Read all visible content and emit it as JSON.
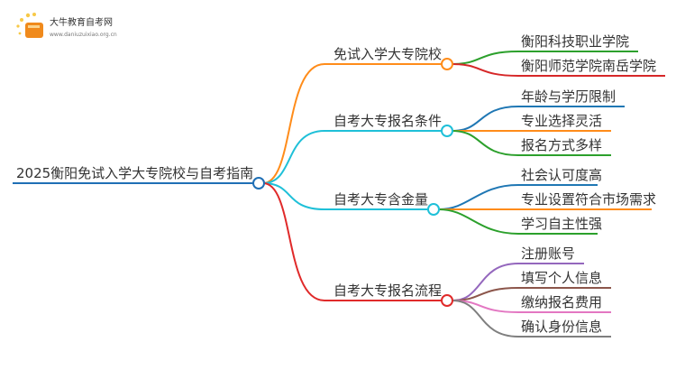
{
  "logo": {
    "name": "大牛教育自考网",
    "url": "www.daniuzuixiao.org.cn"
  },
  "root": {
    "label": "2025衡阳免试入学大专院校与自考指南",
    "color": "#1f6fb5"
  },
  "branches": [
    {
      "label": "免试入学大专院校",
      "color": "#ff8c1a",
      "children": [
        {
          "label": "衡阳科技职业学院",
          "color": "#2ca02c"
        },
        {
          "label": "衡阳师范学院南岳学院",
          "color": "#d62728"
        }
      ]
    },
    {
      "label": "自考大专报名条件",
      "color": "#1fc0d8",
      "children": [
        {
          "label": "年龄与学历限制",
          "color": "#1f77b4"
        },
        {
          "label": "专业选择灵活",
          "color": "#ff8c1a"
        },
        {
          "label": "报名方式多样",
          "color": "#2ca02c"
        }
      ]
    },
    {
      "label": "自考大专含金量",
      "color": "#1fc0d8",
      "children": [
        {
          "label": "社会认可度高",
          "color": "#1f77b4"
        },
        {
          "label": "专业设置符合市场需求",
          "color": "#ff8c1a"
        },
        {
          "label": "学习自主性强",
          "color": "#2ca02c"
        }
      ]
    },
    {
      "label": "自考大专报名流程",
      "color": "#e02a2a",
      "children": [
        {
          "label": "注册账号",
          "color": "#9467bd"
        },
        {
          "label": "填写个人信息",
          "color": "#8c564b"
        },
        {
          "label": "缴纳报名费用",
          "color": "#e377c2"
        },
        {
          "label": "确认身份信息",
          "color": "#7f7f7f"
        }
      ]
    }
  ]
}
